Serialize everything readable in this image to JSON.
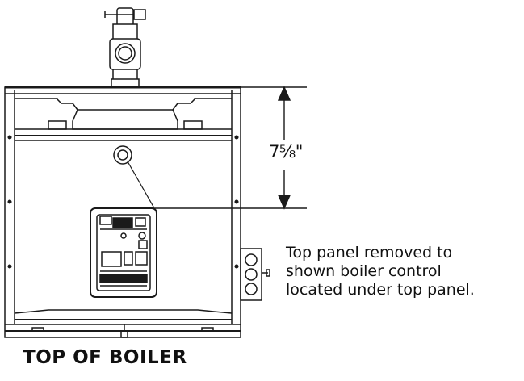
{
  "dimension": {
    "label": "7⅝\""
  },
  "note": {
    "lines": [
      "Top panel removed to",
      "shown boiler control",
      "located under top panel."
    ]
  },
  "caption": {
    "text": "TOP OF BOILER"
  }
}
